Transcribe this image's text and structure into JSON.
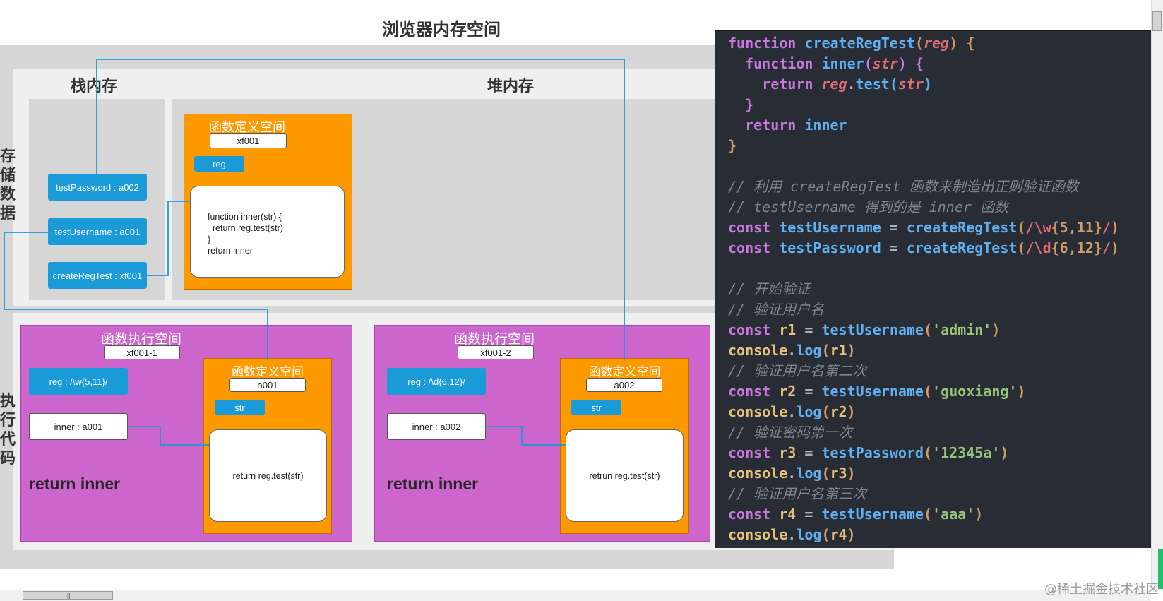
{
  "diagram": {
    "title": "浏览器内存空间",
    "stack_title": "栈内存",
    "heap_title": "堆内存",
    "storage_label": "存储数据",
    "exec_label": "执行代码",
    "stack_items": [
      "testPassword : a002",
      "testUsername : a001",
      "createRegTest : xf001"
    ],
    "heap_func": {
      "title": "函数定义空间",
      "address": "xf001",
      "param": "reg",
      "code": "function inner(str) {\n  return reg.test(str)\n}\nreturn inner"
    },
    "exec_spaces": [
      {
        "title": "函数执行空间",
        "address": "xf001-1",
        "param": "reg : /\\w{5,11}/",
        "inner": "inner : a001",
        "return_text": "return inner",
        "func": {
          "title": "函数定义空间",
          "address": "a001",
          "param": "str",
          "code": "return reg.test(str)"
        }
      },
      {
        "title": "函数执行空间",
        "address": "xf001-2",
        "param": "reg : /\\d{6,12}/",
        "inner": "inner : a002",
        "return_text": "return inner",
        "func": {
          "title": "函数定义空间",
          "address": "a002",
          "param": "str",
          "code": "retrun reg.test(str)"
        }
      }
    ],
    "wire_color": "#1a9ad7"
  },
  "code": [
    [
      [
        "kw",
        "function"
      ],
      [
        "plain",
        " "
      ],
      [
        "fn",
        "createRegTest"
      ],
      [
        "p1",
        "("
      ],
      [
        "prm",
        "reg"
      ],
      [
        "p1",
        ")"
      ],
      [
        "plain",
        " "
      ],
      [
        "p1",
        "{"
      ]
    ],
    [
      [
        "plain",
        "  "
      ],
      [
        "kw",
        "function"
      ],
      [
        "plain",
        " "
      ],
      [
        "fn",
        "inner"
      ],
      [
        "p2",
        "("
      ],
      [
        "prm",
        "str"
      ],
      [
        "p2",
        ")"
      ],
      [
        "plain",
        " "
      ],
      [
        "p2",
        "{"
      ]
    ],
    [
      [
        "plain",
        "    "
      ],
      [
        "kw",
        "return"
      ],
      [
        "plain",
        " "
      ],
      [
        "prm",
        "reg"
      ],
      [
        "plain",
        "."
      ],
      [
        "fn",
        "test"
      ],
      [
        "fn",
        "("
      ],
      [
        "prm",
        "str"
      ],
      [
        "fn",
        ")"
      ]
    ],
    [
      [
        "plain",
        "  "
      ],
      [
        "p2",
        "}"
      ]
    ],
    [
      [
        "plain",
        "  "
      ],
      [
        "kw",
        "return"
      ],
      [
        "plain",
        " "
      ],
      [
        "fn",
        "inner"
      ]
    ],
    [
      [
        "p1",
        "}"
      ]
    ],
    [],
    [
      [
        "cmt",
        "// 利用 createRegTest 函数来制造出正则验证函数"
      ]
    ],
    [
      [
        "cmt",
        "// testUsername 得到的是 inner 函数"
      ]
    ],
    [
      [
        "kw",
        "const"
      ],
      [
        "plain",
        " "
      ],
      [
        "fn",
        "testUsername"
      ],
      [
        "plain",
        " = "
      ],
      [
        "fn",
        "createRegTest"
      ],
      [
        "p1",
        "("
      ],
      [
        "rx",
        "/\\w"
      ],
      [
        "num",
        "{5,11}"
      ],
      [
        "rx",
        "/"
      ],
      [
        "p1",
        ")"
      ]
    ],
    [
      [
        "kw",
        "const"
      ],
      [
        "plain",
        " "
      ],
      [
        "fn",
        "testPassword"
      ],
      [
        "plain",
        " = "
      ],
      [
        "fn",
        "createRegTest"
      ],
      [
        "p1",
        "("
      ],
      [
        "rx",
        "/\\d"
      ],
      [
        "num",
        "{6,12}"
      ],
      [
        "rx",
        "/"
      ],
      [
        "p1",
        ")"
      ]
    ],
    [],
    [
      [
        "cmt",
        "// 开始验证"
      ]
    ],
    [
      [
        "cmt",
        "// 验证用户名"
      ]
    ],
    [
      [
        "kw",
        "const"
      ],
      [
        "plain",
        " "
      ],
      [
        "var",
        "r1"
      ],
      [
        "plain",
        " = "
      ],
      [
        "fn",
        "testUsername"
      ],
      [
        "p1",
        "("
      ],
      [
        "str",
        "'admin'"
      ],
      [
        "p1",
        ")"
      ]
    ],
    [
      [
        "var",
        "console"
      ],
      [
        "plain",
        "."
      ],
      [
        "fn",
        "log"
      ],
      [
        "p1",
        "("
      ],
      [
        "var",
        "r1"
      ],
      [
        "p1",
        ")"
      ]
    ],
    [
      [
        "cmt",
        "// 验证用户名第二次"
      ]
    ],
    [
      [
        "kw",
        "const"
      ],
      [
        "plain",
        " "
      ],
      [
        "var",
        "r2"
      ],
      [
        "plain",
        " = "
      ],
      [
        "fn",
        "testUsername"
      ],
      [
        "p1",
        "("
      ],
      [
        "str",
        "'guoxiang'"
      ],
      [
        "p1",
        ")"
      ]
    ],
    [
      [
        "var",
        "console"
      ],
      [
        "plain",
        "."
      ],
      [
        "fn",
        "log"
      ],
      [
        "p1",
        "("
      ],
      [
        "var",
        "r2"
      ],
      [
        "p1",
        ")"
      ]
    ],
    [
      [
        "cmt",
        "// 验证密码第一次"
      ]
    ],
    [
      [
        "kw",
        "const"
      ],
      [
        "plain",
        " "
      ],
      [
        "var",
        "r3"
      ],
      [
        "plain",
        " = "
      ],
      [
        "fn",
        "testPassword"
      ],
      [
        "p1",
        "("
      ],
      [
        "str",
        "'12345a'"
      ],
      [
        "p1",
        ")"
      ]
    ],
    [
      [
        "var",
        "console"
      ],
      [
        "plain",
        "."
      ],
      [
        "fn",
        "log"
      ],
      [
        "p1",
        "("
      ],
      [
        "var",
        "r3"
      ],
      [
        "p1",
        ")"
      ]
    ],
    [
      [
        "cmt",
        "// 验证用户名第三次"
      ]
    ],
    [
      [
        "kw",
        "const"
      ],
      [
        "plain",
        " "
      ],
      [
        "var",
        "r4"
      ],
      [
        "plain",
        " = "
      ],
      [
        "fn",
        "testUsername"
      ],
      [
        "p1",
        "("
      ],
      [
        "str",
        "'aaa'"
      ],
      [
        "p1",
        ")"
      ]
    ],
    [
      [
        "var",
        "console"
      ],
      [
        "plain",
        "."
      ],
      [
        "fn",
        "log"
      ],
      [
        "p1",
        "("
      ],
      [
        "var",
        "r4"
      ],
      [
        "p1",
        ")"
      ]
    ]
  ],
  "watermark": "@稀土掘金技术社区",
  "scroll_thumb_glyph": "|||"
}
